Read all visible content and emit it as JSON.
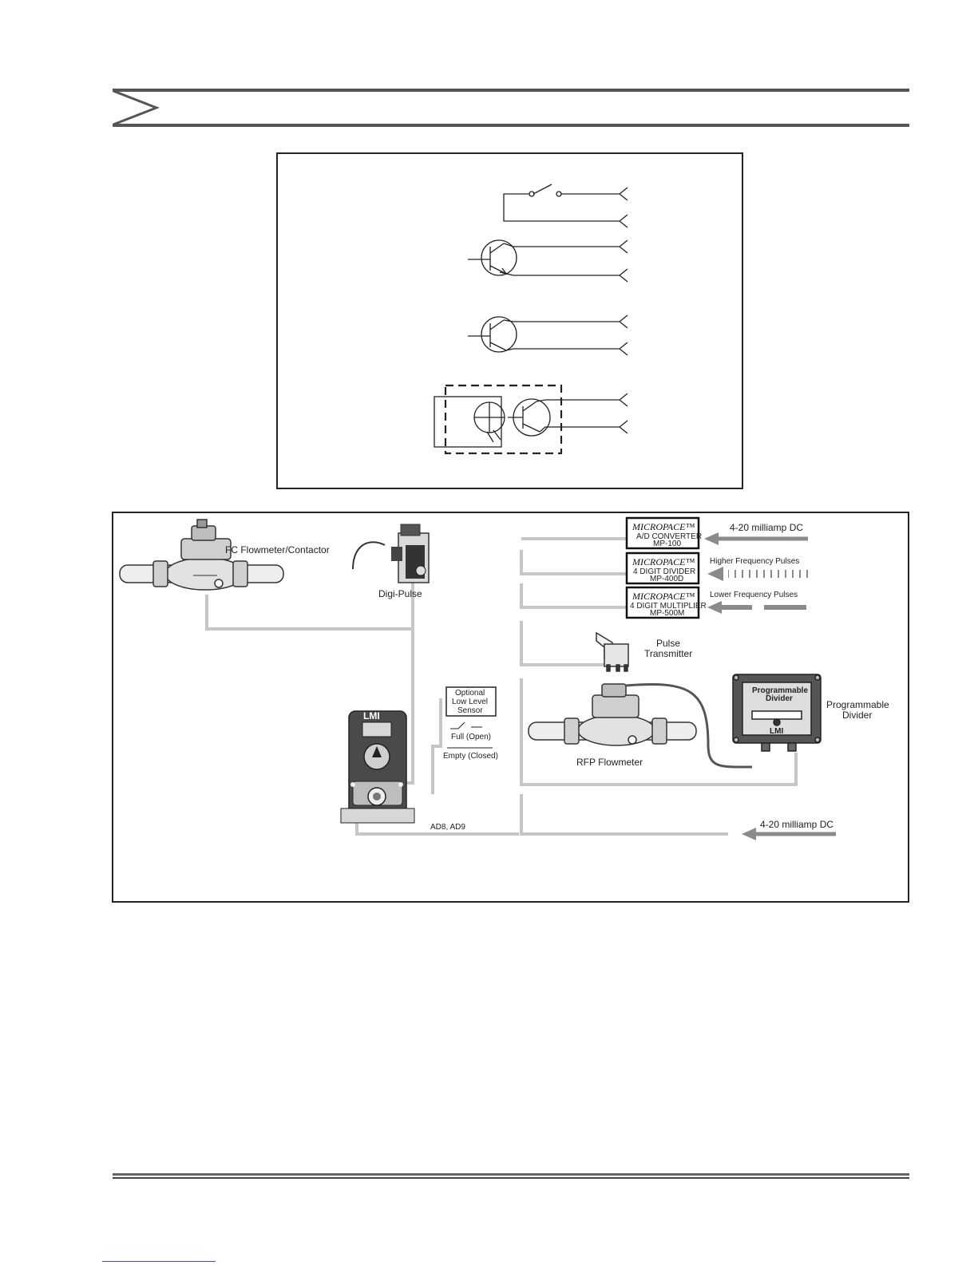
{
  "labels": {
    "fc_flowmeter": "FC Flowmeter/Contactor",
    "digi_pulse": "Digi-Pulse",
    "optional_sensor": [
      "Optional",
      "Low Level",
      "Sensor"
    ],
    "full_open": "Full (Open)",
    "empty_closed": "Empty (Closed)",
    "ad8_ad9": "AD8, AD9",
    "pulse_transmitter": [
      "Pulse",
      "Transmitter"
    ],
    "rfp_flowmeter": "RFP Flowmeter",
    "programmable_divider": [
      "Programmable",
      "Divider"
    ],
    "divider_face": [
      "Programmable",
      "Divider"
    ],
    "lmi": "LMI",
    "signal_4_20_top": "4-20 milliamp DC",
    "signal_higher": "Higher Frequency Pulses",
    "signal_lower": "Lower Frequency Pulses",
    "signal_4_20_bottom": "4-20 milliamp DC"
  },
  "modules": [
    {
      "brand": "MICROPACE™",
      "name": "A/D CONVERTER",
      "model": "MP-100"
    },
    {
      "brand": "MICROPACE™",
      "name": "4 DIGIT DIVIDER",
      "model": "MP-400D"
    },
    {
      "brand": "MICROPACE™",
      "name": "4 DIGIT MULTIPLIER",
      "model": "MP-500M"
    }
  ],
  "colors": {
    "line": "#222222",
    "cable": "#c6c6c6",
    "arrow": "#8a8a8a",
    "pump_body": "#4a4a4a",
    "rule": "#555555"
  }
}
